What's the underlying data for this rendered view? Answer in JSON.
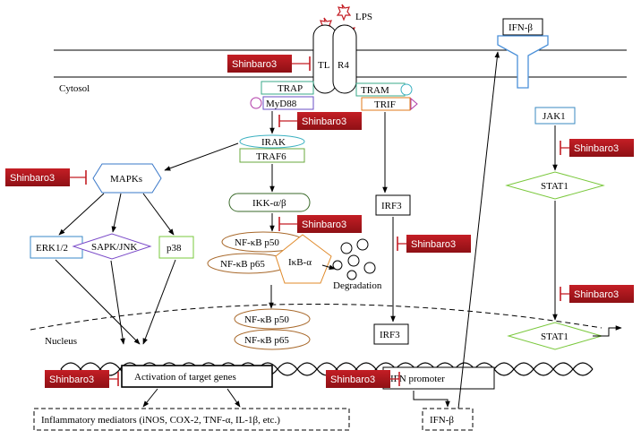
{
  "labels": {
    "lps": "LPS",
    "ifn_beta_receptor": "IFN-β",
    "cytosol": "Cytosol",
    "tlr_left": "TL",
    "tlr_right": "R4",
    "trap": "TRAP",
    "myd88": "MyD88",
    "tram": "TRAM",
    "trif": "TRIF",
    "irak": "IRAK",
    "traf6": "TRAF6",
    "jak1": "JAK1",
    "mapks": "MAPKs",
    "ikk": "IKK-α/β",
    "stat1_upper": "STAT1",
    "irf3_upper": "IRF3",
    "erk": "ERK1/2",
    "sapk": "SAPK/JNK",
    "p38": "p38",
    "nfkb_p50_upper": "NF-κB p50",
    "nfkb_p65_upper": "NF-κB p65",
    "ikb": "IκB-α",
    "degradation": "Degradation",
    "nucleus": "Nucleus",
    "nfkb_p50_lower": "NF-κB p50",
    "nfkb_p65_lower": "NF-κB p65",
    "irf3_lower": "IRF3",
    "stat1_lower": "STAT1",
    "activation": "Activation of target genes",
    "ifn_promoter": "IFN promoter",
    "mediators": "Inflammatory mediators (iNOS, COX-2, TNF-α, IL-1β, etc.)",
    "ifn_beta_out": "IFN-β"
  },
  "inhibitor_label": "Shinbaro3",
  "colors": {
    "inhibitor": "#c41e25",
    "trap_box": "#3aa88a",
    "myd88_box": "#6a4fc4",
    "trif_box": "#e07a1a",
    "irak": "#3ab0c0",
    "traf6": "#6aa83c",
    "jak1": "#3a8ac0",
    "mapks": "#3a78c8",
    "ikk": "#3a6a2a",
    "stat1": "#7ac83c",
    "erk": "#3a8ac8",
    "sapk": "#7a4ac8",
    "p38": "#7ac83c",
    "nfkb": "#a8682a",
    "ikb": "#e08a2a",
    "receptor": "#4a90d9"
  }
}
